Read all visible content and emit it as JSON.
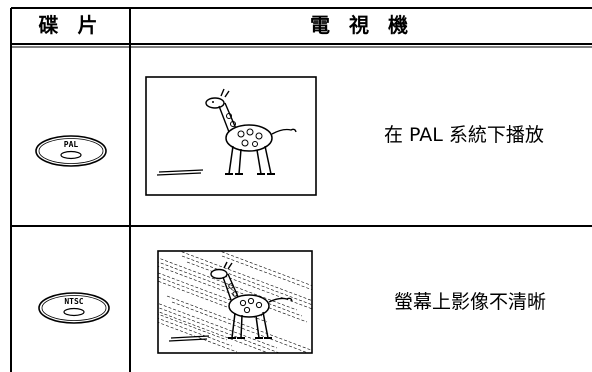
{
  "table": {
    "header_disc": "碟 片",
    "header_tv": "電 視 機"
  },
  "rows": [
    {
      "disc_label": "PAL",
      "disc_icon": "disc-icon",
      "screen_icon": "giraffe-picture-icon",
      "caption": "在 PAL 系統下播放"
    },
    {
      "disc_label": "NTSC",
      "disc_icon": "disc-icon",
      "screen_icon": "giraffe-picture-distorted-icon",
      "caption": "螢幕上影像不清晰"
    }
  ],
  "colors": {
    "line": "#000000",
    "background": "#ffffff"
  }
}
